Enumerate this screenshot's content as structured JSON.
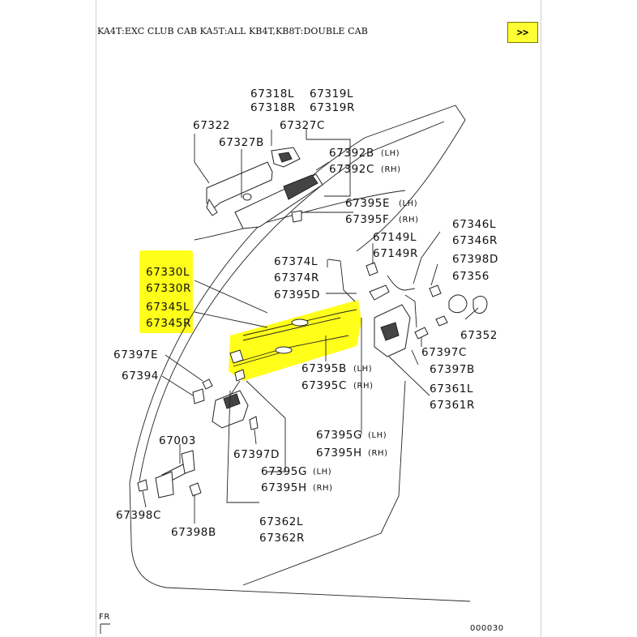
{
  "caption": "KA4T:EXC CLUB CAB KA5T:ALL KB4T,KB8T:DOUBLE CAB",
  "nav": {
    "next_label": ">>"
  },
  "colors": {
    "highlight": "#ffff1a",
    "nav_button": "#ffff33"
  },
  "labels": {
    "p67318": "67318L",
    "p67318r": "67318R",
    "p67319": "67319L",
    "p67319r": "67319R",
    "p67322": "67322",
    "p67327b": "67327B",
    "p67327c": "67327C",
    "p67392b": "67392B",
    "p67392b_side": "(LH)",
    "p67392c": "67392C",
    "p67392c_side": "(RH)",
    "p67395e": "67395E",
    "p67395e_side": "(LH)",
    "p67395f": "67395F",
    "p67395f_side": "(RH)",
    "p67346l": "67346L",
    "p67346r": "67346R",
    "p67149l": "67149L",
    "p67149r": "67149R",
    "p67398d": "67398D",
    "p67374l": "67374L",
    "p67374r": "67374R",
    "p67356": "67356",
    "p67330l": "67330L",
    "p67330r": "67330R",
    "p67395d": "67395D",
    "p67345l": "67345L",
    "p67345r": "67345R",
    "p67352": "67352",
    "p67397c": "67397C",
    "p67397e": "67397E",
    "p67397b": "67397B",
    "p67395b": "67395B",
    "p67395b_side": "(LH)",
    "p67395c": "67395C",
    "p67395c_side": "(RH)",
    "p67394": "67394",
    "p67361l": "67361L",
    "p67361r": "67361R",
    "p67003": "67003",
    "p67395g1": "67395G",
    "p67395g1_side": "(LH)",
    "p67395h1": "67395H",
    "p67395h1_side": "(RH)",
    "p67397d": "67397D",
    "p67395g2": "67395G",
    "p67395g2_side": "(LH)",
    "p67395h2": "67395H",
    "p67395h2_side": "(RH)",
    "p67398c": "67398C",
    "p67398b": "67398B",
    "p67362l": "67362L",
    "p67362r": "67362R",
    "fr": "FR",
    "figure_no": "000030"
  }
}
